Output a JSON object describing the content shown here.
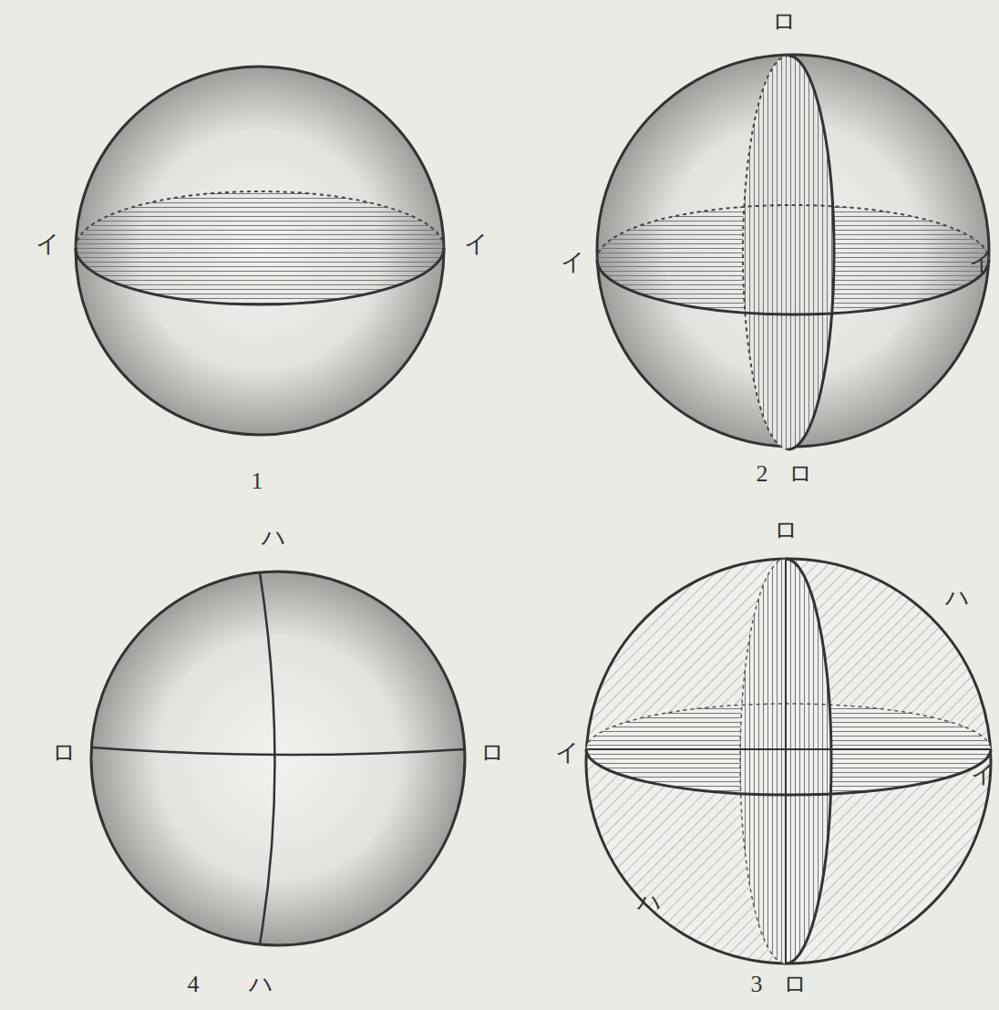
{
  "diagram": {
    "labels": [
      "イ",
      "イ",
      "1",
      "ロ",
      "イ",
      "イ",
      "2",
      "ロ",
      "ハ",
      "ロ",
      "ロ",
      "4",
      "ハ",
      "ロ",
      "ハ",
      "イ",
      "イ",
      "ハ",
      "3",
      "ロ"
    ]
  }
}
